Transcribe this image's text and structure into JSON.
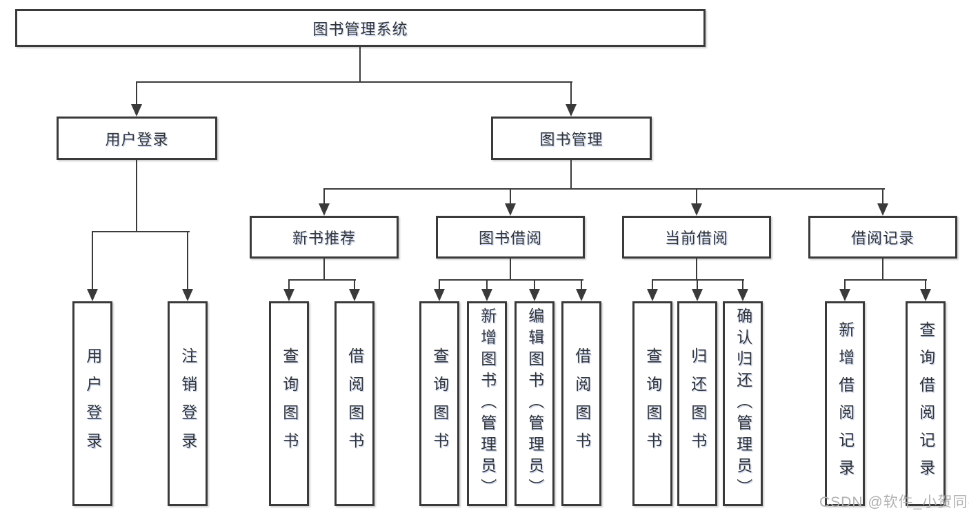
{
  "diagram": {
    "title": "图书管理系统",
    "colors": {
      "line": "#3a3a3a",
      "box_border": "#3a3a3a",
      "box_background": "#ffffff",
      "text": "#333333",
      "watermark": "#b0b0b0"
    },
    "watermark": {
      "text": "CSDN @软件_小贺同学"
    },
    "nodes": [
      {
        "id": "library-system",
        "label": "图书管理系统",
        "children": [
          "user-login",
          "book-management"
        ]
      },
      {
        "id": "user-login",
        "label": "用户登录",
        "children": [
          "leaf-user-login",
          "leaf-logout"
        ]
      },
      {
        "id": "book-management",
        "label": "图书管理",
        "children": [
          "new-book-recommend",
          "book-borrowing",
          "current-borrowing",
          "borrowing-records"
        ]
      },
      {
        "id": "new-book-recommend",
        "label": "新书推荐",
        "children": [
          "leaf-query-books-1",
          "leaf-borrow-books-1"
        ]
      },
      {
        "id": "book-borrowing",
        "label": "图书借阅",
        "children": [
          "leaf-query-books-2",
          "leaf-add-books",
          "leaf-edit-books",
          "leaf-borrow-books-2"
        ]
      },
      {
        "id": "current-borrowing",
        "label": "当前借阅",
        "children": [
          "leaf-query-books-3",
          "leaf-return-books",
          "leaf-confirm-return"
        ]
      },
      {
        "id": "borrowing-records",
        "label": "借阅记录",
        "children": [
          "leaf-add-record",
          "leaf-query-record"
        ]
      },
      {
        "id": "leaf-user-login",
        "label": "用户登录"
      },
      {
        "id": "leaf-logout",
        "label": "注销登录"
      },
      {
        "id": "leaf-query-books-1",
        "label": "查询图书"
      },
      {
        "id": "leaf-borrow-books-1",
        "label": "借阅图书"
      },
      {
        "id": "leaf-query-books-2",
        "label": "查询图书"
      },
      {
        "id": "leaf-add-books",
        "label": "新增图书（管理员）"
      },
      {
        "id": "leaf-edit-books",
        "label": "编辑图书（管理员）"
      },
      {
        "id": "leaf-borrow-books-2",
        "label": "借阅图书"
      },
      {
        "id": "leaf-query-books-3",
        "label": "查询图书"
      },
      {
        "id": "leaf-return-books",
        "label": "归还图书"
      },
      {
        "id": "leaf-confirm-return",
        "label": "确认归还（管理员）"
      },
      {
        "id": "leaf-add-record",
        "label": "新增借阅记录"
      },
      {
        "id": "leaf-query-record",
        "label": "查询借阅记录"
      }
    ]
  }
}
